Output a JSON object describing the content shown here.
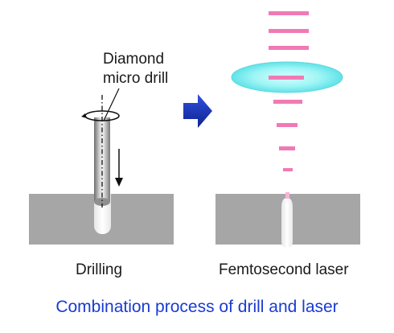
{
  "drill_panel": {
    "label_line1": "Diamond",
    "label_line2": "micro drill",
    "caption": "Drilling"
  },
  "laser_panel": {
    "caption": "Femtosecond laser"
  },
  "main_caption": "Combination process of drill and laser",
  "colors": {
    "workpiece": "#a6a6a6",
    "arrow": "#1733b5",
    "lens": "#7ff0f0",
    "laser_pulse": "#f07ab4",
    "caption_blue": "#1a3bd1"
  }
}
